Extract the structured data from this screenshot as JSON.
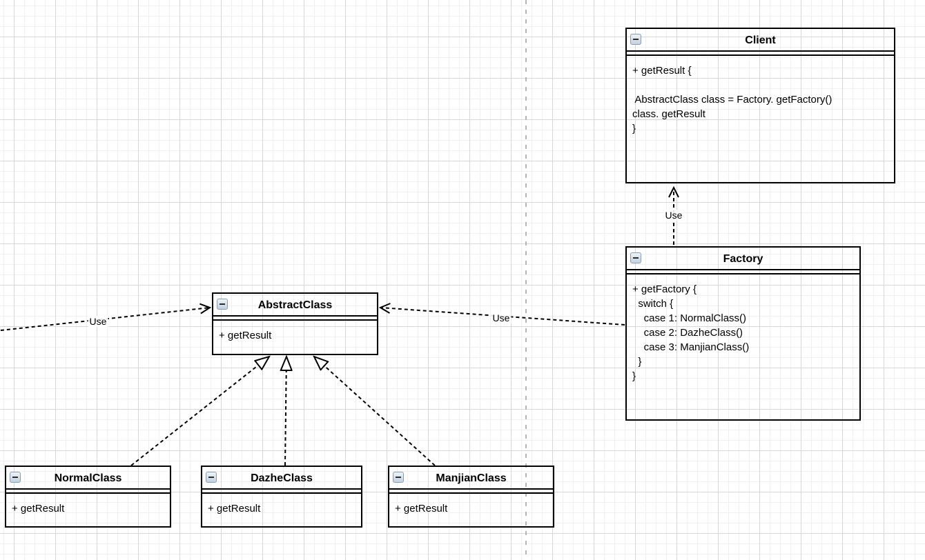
{
  "canvas": {
    "tool": "diagram-canvas",
    "grid_minor_color": "#f0f0f0",
    "grid_major_color": "#d7d7d7",
    "page_divider_color": "#b5b5b5",
    "shape_stroke_color": "#000000"
  },
  "classes": [
    {
      "title": "Client",
      "body": "+ getResult {\n\n AbstractClass class = Factory. getFactory()\nclass. getResult\n}"
    },
    {
      "title": "Factory",
      "body": "+ getFactory {\n  switch {\n    case 1: NormalClass()\n    case 2: DazheClass()\n    case 3: ManjianClass()\n  }\n}"
    },
    {
      "title": "AbstractClass",
      "body": "+ getResult"
    },
    {
      "title": "NormalClass",
      "body": "+ getResult"
    },
    {
      "title": "DazheClass",
      "body": "+ getResult"
    },
    {
      "title": "ManjianClass",
      "body": "+ getResult"
    }
  ],
  "edges": [
    {
      "type": "dependency",
      "from": "Factory",
      "to": "Client",
      "label": "Use"
    },
    {
      "type": "dependency",
      "from": "Factory",
      "to": "AbstractClass",
      "label": "Use"
    },
    {
      "type": "dependency",
      "from": "off-canvas-left",
      "to": "AbstractClass",
      "label": "Use"
    },
    {
      "type": "realization",
      "from": "NormalClass",
      "to": "AbstractClass",
      "label": ""
    },
    {
      "type": "realization",
      "from": "DazheClass",
      "to": "AbstractClass",
      "label": ""
    },
    {
      "type": "realization",
      "from": "ManjianClass",
      "to": "AbstractClass",
      "label": ""
    }
  ],
  "icons": {
    "collapse": "minus-square-icon"
  }
}
